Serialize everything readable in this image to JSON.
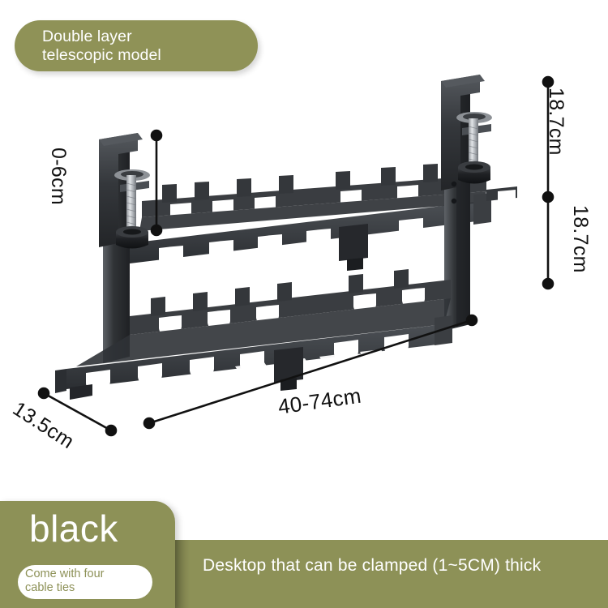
{
  "product": {
    "badge_label": "Double layer\ntelescopic model",
    "color_name": "black",
    "caption": "Desktop that can be clamped (1~5CM) thick",
    "accessory_note": "Come with four\ncable ties",
    "accessory_note_hidden_line": "Come with four"
  },
  "dimensions": {
    "right_upper": "18.7cm",
    "right_lower": "18.7cm",
    "clamp_range": "0-6cm",
    "width_range": "40-74cm",
    "depth": "13.5cm"
  },
  "colors": {
    "olive": "#8d9157",
    "badge_olive": "#8f9257",
    "white": "#ffffff",
    "line_black": "#111111",
    "metal_dark": "#2b2d30",
    "metal_mid": "#3d4044",
    "metal_light": "#5b5f64",
    "screw_silver": "#b8bcc0"
  },
  "icons": {
    "badge": "rounded-pill-badge",
    "dimension_marker": "dot-endpoint-line"
  }
}
